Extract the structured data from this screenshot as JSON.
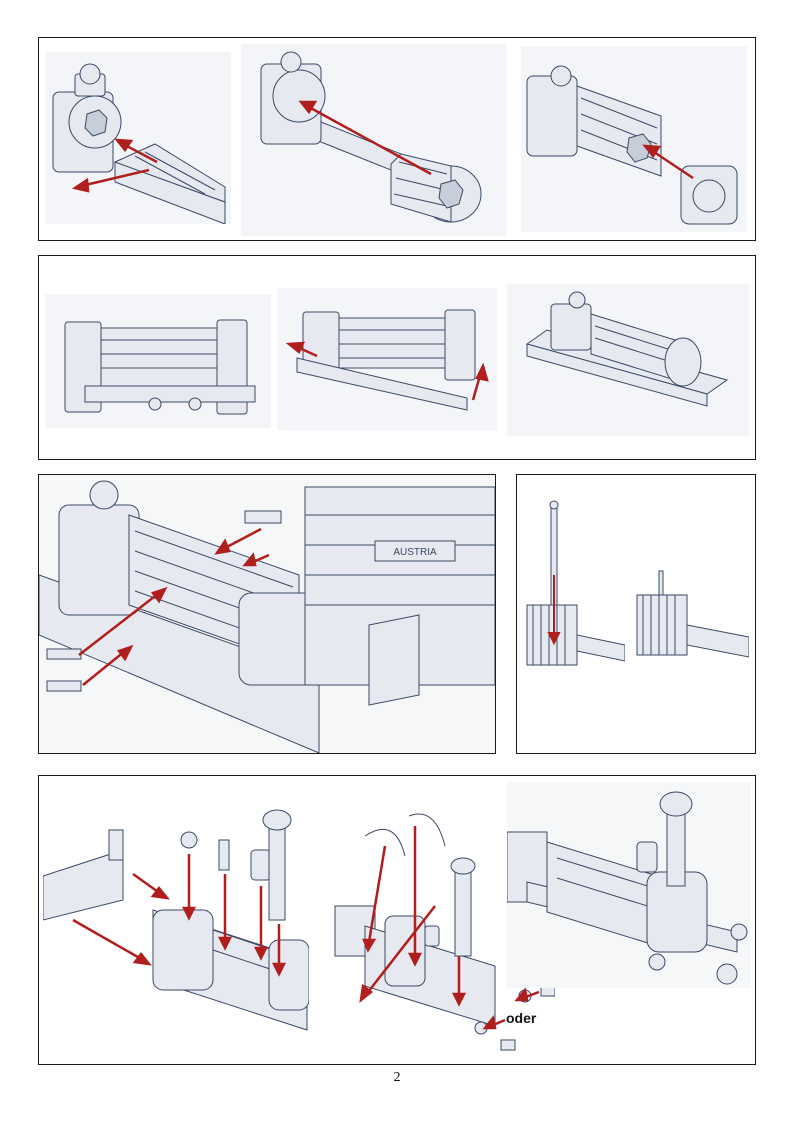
{
  "document": {
    "type": "assembly-instruction-page",
    "page_number": "2",
    "accent_color": "#b01e1e",
    "line_color": "#3a4a66",
    "part_fill": "#e6e9ef"
  },
  "panels": [
    {
      "name": "boiler-assembly-panel",
      "steps": [
        "frame-to-smokebox",
        "barrel-to-smokebox",
        "firebox-to-barrel"
      ]
    },
    {
      "name": "frame-side-panel",
      "steps": [
        "side-view",
        "side-frame-attach",
        "frame-complete"
      ]
    },
    {
      "name": "detail-panel",
      "steps": [
        "nameplate-detail"
      ]
    },
    {
      "name": "lever-panel",
      "steps": [
        "lever-insert",
        "lever-complete"
      ]
    },
    {
      "name": "final-assembly-panel",
      "steps": [
        "dome-chimney-fit",
        "cab-roof-fit",
        "finished-locomotive"
      ]
    }
  ],
  "annotations": {
    "oder": "oder",
    "nameplate_text": "AUSTRIA"
  }
}
